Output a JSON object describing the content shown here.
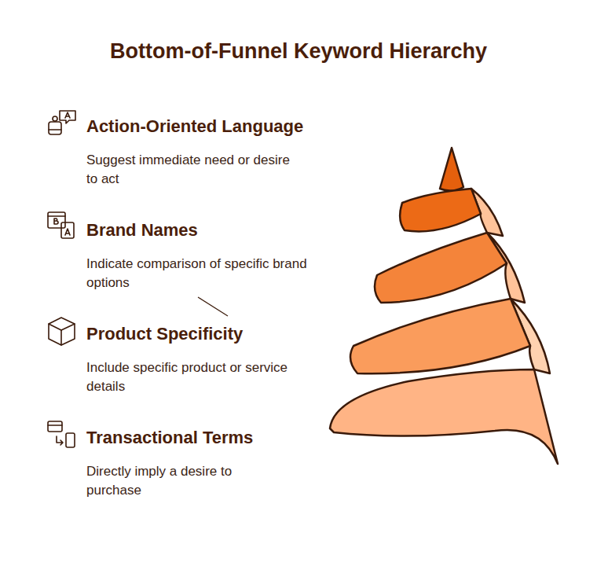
{
  "diagram": {
    "title": "Bottom-of-Funnel Keyword Hierarchy",
    "labels": [
      "Action-Oriented Language",
      "Suggest immediate need or desire to act",
      "Brand Names",
      "Indicate comparison of specific brand options",
      "Product Specificity",
      "Include specific product or service details",
      "Transactional Terms",
      "Directly imply a desire to purchase"
    ]
  }
}
